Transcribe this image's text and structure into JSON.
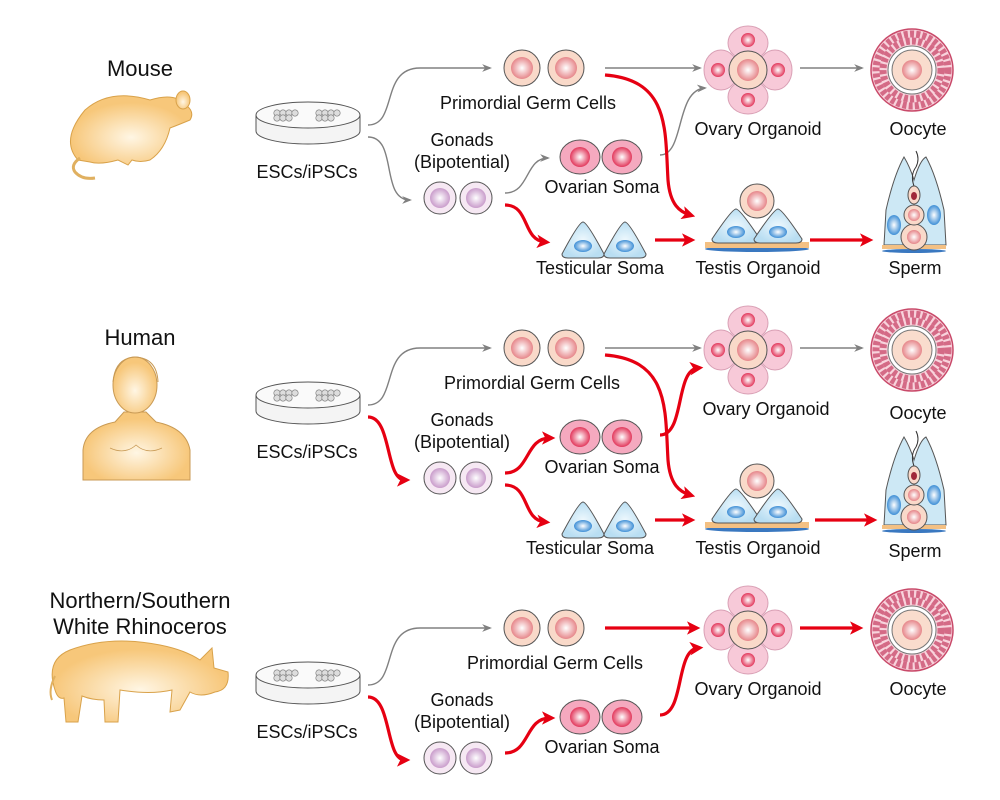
{
  "colors": {
    "highlight_arrow": "#e60012",
    "default_arrow": "#808080",
    "animal_fill": "#fbd79a"
  },
  "rows": [
    {
      "species": [
        "Mouse"
      ],
      "source": "ESCs/iPSCs",
      "pgc": "Primordial Germ Cells",
      "gonads": "Gonads",
      "gonads_sub": "(Bipotential)",
      "ovarian_soma": "Ovarian Soma",
      "testicular_soma": "Testicular Soma",
      "ovary_organoid": "Ovary Organoid",
      "testis_organoid": "Testis Organoid",
      "oocyte": "Oocyte",
      "sperm": "Sperm"
    },
    {
      "species": [
        "Human"
      ],
      "source": "ESCs/iPSCs",
      "pgc": "Primordial Germ Cells",
      "gonads": "Gonads",
      "gonads_sub": "(Bipotential)",
      "ovarian_soma": "Ovarian Soma",
      "testicular_soma": "Testicular Soma",
      "ovary_organoid": "Ovary Organoid",
      "testis_organoid": "Testis Organoid",
      "oocyte": "Oocyte",
      "sperm": "Sperm"
    },
    {
      "species": [
        "Northern/Southern",
        "White Rhinoceros"
      ],
      "source": "ESCs/iPSCs",
      "pgc": "Primordial Germ Cells",
      "gonads": "Gonads",
      "gonads_sub": "(Bipotential)",
      "ovarian_soma": "Ovarian Soma",
      "ovary_organoid": "Ovary Organoid",
      "oocyte": "Oocyte"
    }
  ]
}
